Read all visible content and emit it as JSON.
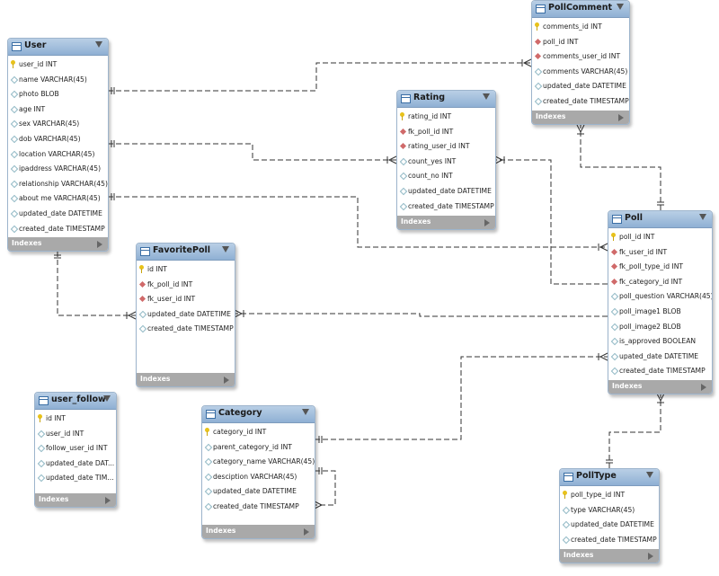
{
  "indexes_label": "Indexes",
  "tables": {
    "user": {
      "name": "User",
      "columns": [
        {
          "text": "user_id INT",
          "kind": "pk"
        },
        {
          "text": "name VARCHAR(45)",
          "kind": "attr"
        },
        {
          "text": "photo BLOB",
          "kind": "attr"
        },
        {
          "text": "age INT",
          "kind": "attr"
        },
        {
          "text": "sex VARCHAR(45)",
          "kind": "attr"
        },
        {
          "text": "dob VARCHAR(45)",
          "kind": "attr"
        },
        {
          "text": "location VARCHAR(45)",
          "kind": "attr"
        },
        {
          "text": "ipaddress VARCHAR(45)",
          "kind": "attr"
        },
        {
          "text": "relationship VARCHAR(45)",
          "kind": "attr"
        },
        {
          "text": "about me VARCHAR(45)",
          "kind": "attr"
        },
        {
          "text": "updated_date DATETIME",
          "kind": "attr"
        },
        {
          "text": "created_date TIMESTAMP",
          "kind": "attr"
        }
      ]
    },
    "pollcomment": {
      "name": "PollComment",
      "columns": [
        {
          "text": "comments_id INT",
          "kind": "pk"
        },
        {
          "text": "poll_id INT",
          "kind": "fk"
        },
        {
          "text": "comments_user_id INT",
          "kind": "fk"
        },
        {
          "text": "comments VARCHAR(45)",
          "kind": "attr"
        },
        {
          "text": "updated_date DATETIME",
          "kind": "attr"
        },
        {
          "text": "created_date TIMESTAMP",
          "kind": "attr"
        }
      ]
    },
    "rating": {
      "name": "Rating",
      "columns": [
        {
          "text": "rating_id INT",
          "kind": "pk"
        },
        {
          "text": "fk_poll_id INT",
          "kind": "fk"
        },
        {
          "text": "rating_user_id INT",
          "kind": "fk"
        },
        {
          "text": "count_yes INT",
          "kind": "attr"
        },
        {
          "text": "count_no INT",
          "kind": "attr"
        },
        {
          "text": "updated_date DATETIME",
          "kind": "attr"
        },
        {
          "text": "created_date TIMESTAMP",
          "kind": "attr"
        }
      ]
    },
    "poll": {
      "name": "Poll",
      "columns": [
        {
          "text": "poll_id INT",
          "kind": "pk"
        },
        {
          "text": "fk_user_id INT",
          "kind": "fk"
        },
        {
          "text": "fk_poll_type_id INT",
          "kind": "fk"
        },
        {
          "text": "fk_category_id INT",
          "kind": "fk"
        },
        {
          "text": "poll_question VARCHAR(45)",
          "kind": "attr"
        },
        {
          "text": "poll_image1 BLOB",
          "kind": "attr"
        },
        {
          "text": "poll_image2 BLOB",
          "kind": "attr"
        },
        {
          "text": "is_approved BOOLEAN",
          "kind": "attr"
        },
        {
          "text": "upated_date DATETIME",
          "kind": "attr"
        },
        {
          "text": "created_date TIMESTAMP",
          "kind": "attr"
        }
      ]
    },
    "favoritepoll": {
      "name": "FavoritePoll",
      "columns": [
        {
          "text": "id INT",
          "kind": "pk"
        },
        {
          "text": "fk_poll_id INT",
          "kind": "fk"
        },
        {
          "text": "fk_user_id INT",
          "kind": "fk"
        },
        {
          "text": "updated_date DATETIME",
          "kind": "attr"
        },
        {
          "text": "created_date TIMESTAMP",
          "kind": "attr"
        }
      ]
    },
    "user_follow": {
      "name": "user_follow",
      "columns": [
        {
          "text": "id INT",
          "kind": "pk"
        },
        {
          "text": "user_id INT",
          "kind": "attr"
        },
        {
          "text": "follow_user_id INT",
          "kind": "attr"
        },
        {
          "text": "updated_date DAT...",
          "kind": "attr"
        },
        {
          "text": "updated_date TIM...",
          "kind": "attr"
        }
      ]
    },
    "category": {
      "name": "Category",
      "columns": [
        {
          "text": "category_id INT",
          "kind": "pk"
        },
        {
          "text": "parent_category_id INT",
          "kind": "attr"
        },
        {
          "text": "category_name VARCHAR(45)",
          "kind": "attr"
        },
        {
          "text": "desciption VARCHAR(45)",
          "kind": "attr"
        },
        {
          "text": "updated_date DATETIME",
          "kind": "attr"
        },
        {
          "text": "created_date TIMESTAMP",
          "kind": "attr"
        }
      ]
    },
    "polltype": {
      "name": "PollType",
      "columns": [
        {
          "text": "poll_type_id INT",
          "kind": "pk"
        },
        {
          "text": "type VARCHAR(45)",
          "kind": "attr"
        },
        {
          "text": "updated_date DATETIME",
          "kind": "attr"
        },
        {
          "text": "created_date TIMESTAMP",
          "kind": "attr"
        }
      ]
    }
  },
  "relationships": [
    {
      "from": "user",
      "to": "pollcomment",
      "kind": "one-to-many"
    },
    {
      "from": "user",
      "to": "rating",
      "kind": "one-to-many"
    },
    {
      "from": "user",
      "to": "poll",
      "kind": "one-to-many"
    },
    {
      "from": "user",
      "to": "favoritepoll",
      "kind": "one-to-many"
    },
    {
      "from": "poll",
      "to": "pollcomment",
      "kind": "one-to-many"
    },
    {
      "from": "poll",
      "to": "rating",
      "kind": "one-to-many"
    },
    {
      "from": "poll",
      "to": "favoritepoll",
      "kind": "one-to-many"
    },
    {
      "from": "category",
      "to": "poll",
      "kind": "one-to-many"
    },
    {
      "from": "category",
      "to": "category",
      "kind": "self-reference"
    },
    {
      "from": "polltype",
      "to": "poll",
      "kind": "one-to-many"
    }
  ],
  "colors": {
    "header": "#9dbbdc",
    "line": "#333333",
    "indexes_bar": "#a9a9a9",
    "pk_key": "#e8c21a",
    "fk_diamond": "#d06a6a"
  }
}
